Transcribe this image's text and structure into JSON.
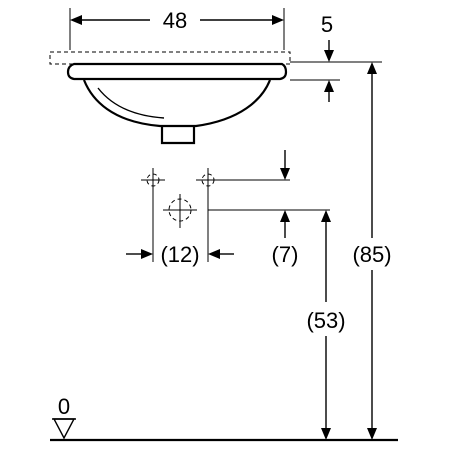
{
  "diagram": {
    "dimensions": {
      "basin_width": "48",
      "rim_thickness": "5",
      "total_height": "(85)",
      "connection_height": "(53)",
      "valve_spacing": "(12)",
      "valve_offset": "(7)",
      "floor_level": "0"
    }
  }
}
